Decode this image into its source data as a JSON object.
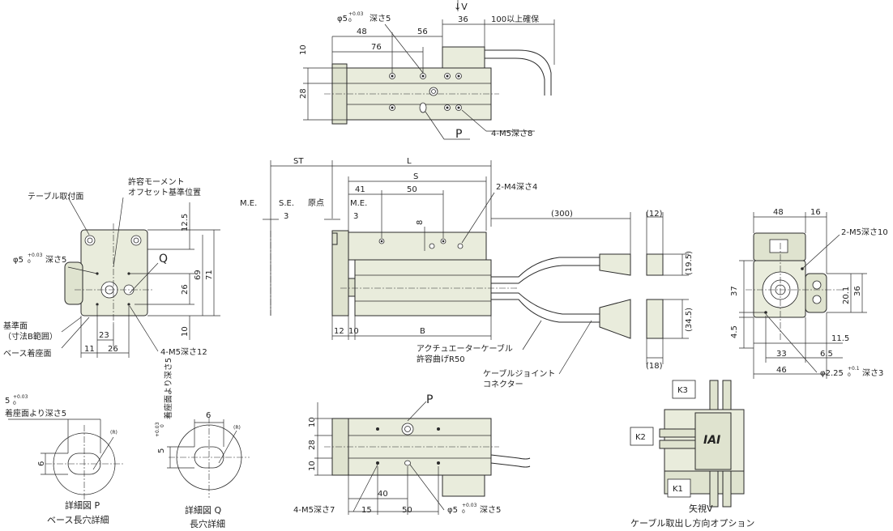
{
  "top_view": {
    "view_marker": "↓V",
    "hole_label": "φ5",
    "hole_tol_upper": "+0.03",
    "hole_tol_lower": "0",
    "hole_depth": "深さ5",
    "dim_36": "36",
    "dim_clearance": "100以上確保",
    "dim_48": "48",
    "dim_56": "56",
    "dim_76": "76",
    "dim_10": "10",
    "dim_28": "28",
    "detail_p": "P",
    "tap_label": "4-M5深さ8"
  },
  "side_view": {
    "dim_st": "ST",
    "dim_l": "L",
    "dim_s": "S",
    "dim_41": "41",
    "dim_50": "50",
    "tap_label": "2-M4深さ4",
    "me_left": "M.E.",
    "se_label": "S.E.",
    "dim_3a": "3",
    "origin_label": "原点",
    "me_right": "M.E.",
    "dim_3b": "3",
    "dim_8": "8",
    "dim_300": "(300)",
    "dim_12": "12",
    "dim_10": "10",
    "dim_b": "B",
    "cable_label_1": "アクチュエーターケーブル",
    "cable_label_2": "許容曲げR50",
    "joint_label_1": "ケーブルジョイント",
    "joint_label_2": "コネクター"
  },
  "connector_dims": {
    "dim_12p": "(12)",
    "dim_195": "(19.5)",
    "dim_345": "(34.5)",
    "dim_18": "(18)"
  },
  "front_view": {
    "moment_label_1": "許容モーメント",
    "moment_label_2": "オフセット基準位置",
    "table_face": "テーブル取付面",
    "hole_label": "φ5",
    "hole_tol_upper": "+0.03",
    "hole_tol_lower": "0",
    "hole_depth": "深さ5",
    "detail_q": "Q",
    "ref_face_1": "基準面",
    "ref_face_2": "（寸法B範囲）",
    "base_face": "ベース着座面",
    "dim_125": "12.5",
    "dim_26v": "26",
    "dim_69": "69",
    "dim_71": "71",
    "dim_10": "10",
    "dim_23": "23",
    "dim_11": "11",
    "dim_26h": "26",
    "tap_label": "4-M5深さ12"
  },
  "motor_view": {
    "dim_48": "48",
    "dim_16": "16",
    "tap_label": "2-M5深さ10",
    "dim_37": "37",
    "dim_45": "4.5",
    "dim_201": "20.1",
    "dim_36": "36",
    "dim_115": "11.5",
    "dim_33": "33",
    "dim_65": "6.5",
    "dim_46": "46",
    "hole_label": "φ2.25",
    "hole_tol_upper": "+0.1",
    "hole_tol_lower": "0",
    "hole_depth": "深さ3"
  },
  "detail_p": {
    "dim_value": "5",
    "dim_tol_upper": "+0.03",
    "dim_tol_lower": "0",
    "note": "着座面より深さ5",
    "dim_6": "6",
    "radius": "(R)",
    "title_1": "詳細図 P",
    "title_2": "ベース長穴詳細"
  },
  "detail_q": {
    "dim_value": "5",
    "dim_tol_upper": "+0.03",
    "dim_tol_lower": "0",
    "note": "着座面より深さ5",
    "dim_6": "6",
    "radius": "(R)",
    "title_1": "詳細図 Q",
    "title_2": "長穴詳細"
  },
  "bottom_view": {
    "detail_p": "P",
    "dim_10a": "10",
    "dim_28": "28",
    "dim_10b": "10",
    "dim_40": "40",
    "dim_15": "15",
    "dim_50": "50",
    "tap_label": "4-M5深さ7",
    "hole_label": "φ5",
    "hole_tol_upper": "+0.03",
    "hole_tol_lower": "0",
    "hole_depth": "深さ5"
  },
  "view_v": {
    "k1": "K1",
    "k2": "K2",
    "k3": "K3",
    "logo": "IAI",
    "title_1": "矢視V",
    "title_2": "ケーブル取出し方向オプション"
  }
}
